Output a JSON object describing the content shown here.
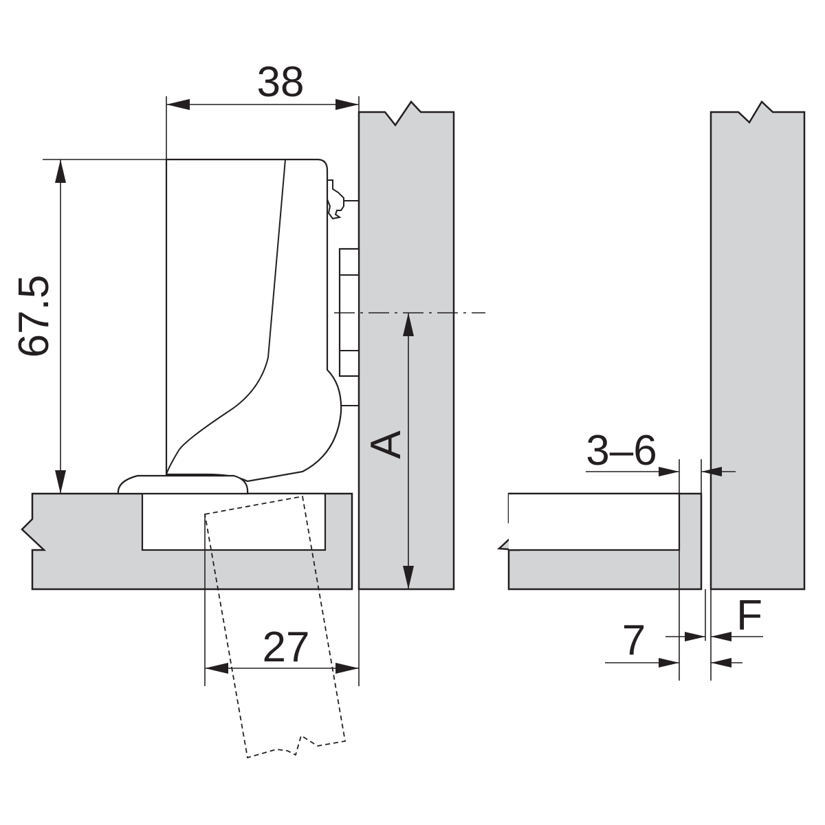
{
  "dimensions": {
    "width_38": "38",
    "height_67_5": "67.5",
    "offset_a": "A",
    "bore_27": "27",
    "gap_3_6": "3–6",
    "offset_7": "7",
    "offset_f": "F"
  },
  "colors": {
    "panel_fill": "#d3d4d6",
    "line": "#231f20",
    "background": "#ffffff"
  }
}
